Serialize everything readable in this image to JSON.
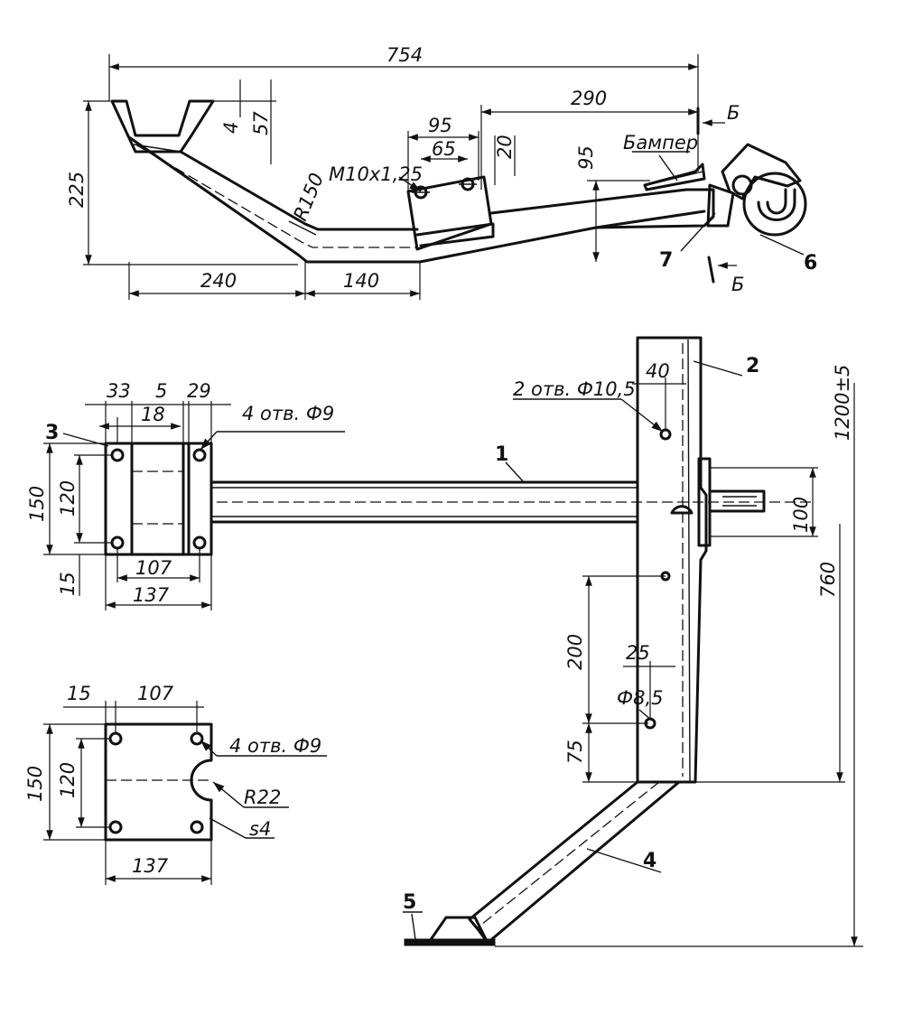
{
  "top_view": {
    "dim_754": "754",
    "dim_290": "290",
    "dim_225": "225",
    "dim_4": "4",
    "dim_57": "57",
    "dim_95": "95",
    "dim_65": "65",
    "dim_20": "20",
    "dim_95_v": "95",
    "dim_240": "240",
    "dim_140": "140",
    "radius": "R150",
    "thread": "M10x1,25",
    "section_top": "Б",
    "section_bottom": "Б",
    "bumper": "Бампер",
    "part_7": "7",
    "part_6": "6"
  },
  "plan_view": {
    "dim_33": "33",
    "dim_5": "5",
    "dim_29": "29",
    "dim_18": "18",
    "holes_4x9": "4 отв. Ф9",
    "dim_150": "150",
    "dim_120": "120",
    "dim_15": "15",
    "dim_107": "107",
    "dim_137": "137",
    "part_3": "3",
    "part_1": "1",
    "part_2": "2",
    "holes_2x10_5": "2 отв. Ф10,5",
    "dim_40": "40",
    "dim_100": "100",
    "dim_1200": "1200±5",
    "dim_760": "760",
    "dim_200": "200",
    "dim_25": "25",
    "dia_8_5": "Ф8,5",
    "dim_75": "75",
    "part_4": "4",
    "part_5": "5"
  },
  "plate_detail": {
    "dim_15": "15",
    "dim_107": "107",
    "dim_150": "150",
    "dim_120": "120",
    "holes_4x9": "4 отв. Ф9",
    "radius": "R22",
    "thickness": "s4",
    "dim_137": "137"
  }
}
